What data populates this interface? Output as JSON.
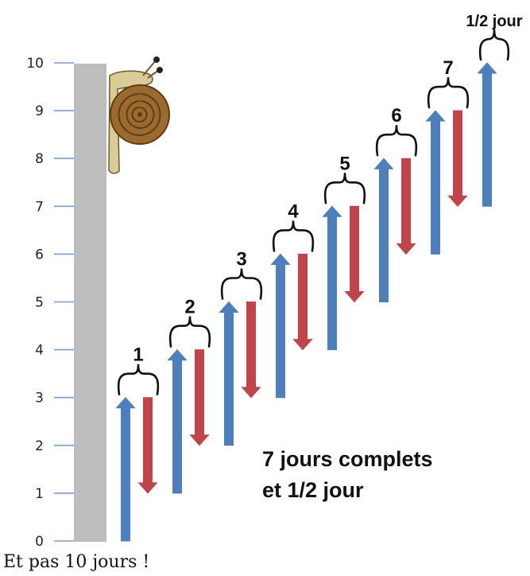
{
  "axis": {
    "ticks": [
      "0",
      "1",
      "2",
      "3",
      "4",
      "5",
      "6",
      "7",
      "8",
      "9",
      "10"
    ]
  },
  "days": [
    {
      "label": "1",
      "up": [
        0,
        3
      ],
      "down": [
        3,
        1
      ]
    },
    {
      "label": "2",
      "up": [
        1,
        4
      ],
      "down": [
        4,
        2
      ]
    },
    {
      "label": "3",
      "up": [
        2,
        5
      ],
      "down": [
        5,
        3
      ]
    },
    {
      "label": "4",
      "up": [
        3,
        6
      ],
      "down": [
        6,
        4
      ]
    },
    {
      "label": "5",
      "up": [
        4,
        7
      ],
      "down": [
        7,
        5
      ]
    },
    {
      "label": "6",
      "up": [
        5,
        8
      ],
      "down": [
        8,
        6
      ]
    },
    {
      "label": "7",
      "up": [
        6,
        9
      ],
      "down": [
        9,
        7
      ]
    },
    {
      "label": "1/2 jour",
      "up": [
        7,
        10
      ]
    }
  ],
  "summary": {
    "line1": "7 jours complets",
    "line2": "et 1/2 jour"
  },
  "caption": "Et pas 10 jours !",
  "colors": {
    "up_arrow": "#4f7fba",
    "down_arrow": "#c0454a",
    "wall": "#bdbdbd",
    "axis": "#7b9ccf",
    "snail_shell": "#9a6a2f",
    "snail_body": "#d9cc96"
  },
  "icons": {
    "snail": "snail-icon"
  }
}
